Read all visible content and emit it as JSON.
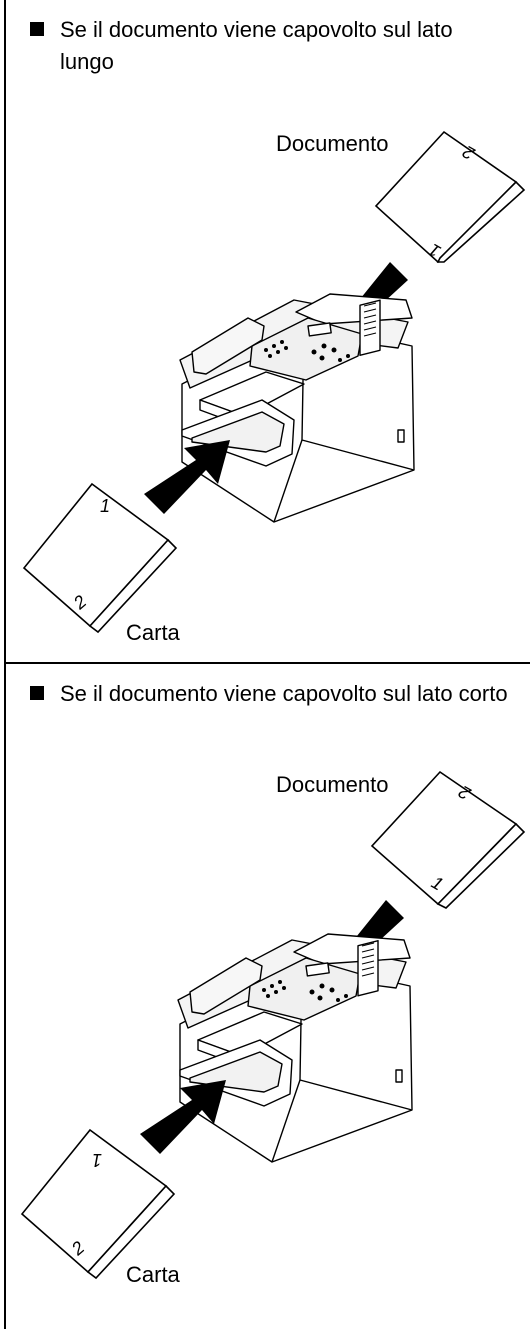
{
  "sections": [
    {
      "heading": "Se il documento viene capovolto sul lato lungo",
      "document_label": "Documento",
      "paper_label": "Carta",
      "document_page_marks": [
        "2",
        "1"
      ],
      "paper_page_marks": [
        "1",
        "2"
      ]
    },
    {
      "heading": "Se il documento viene capovolto sul lato corto",
      "document_label": "Documento",
      "paper_label": "Carta",
      "document_page_marks": [
        "2",
        "1"
      ],
      "paper_page_marks": [
        "1",
        "2"
      ]
    }
  ]
}
